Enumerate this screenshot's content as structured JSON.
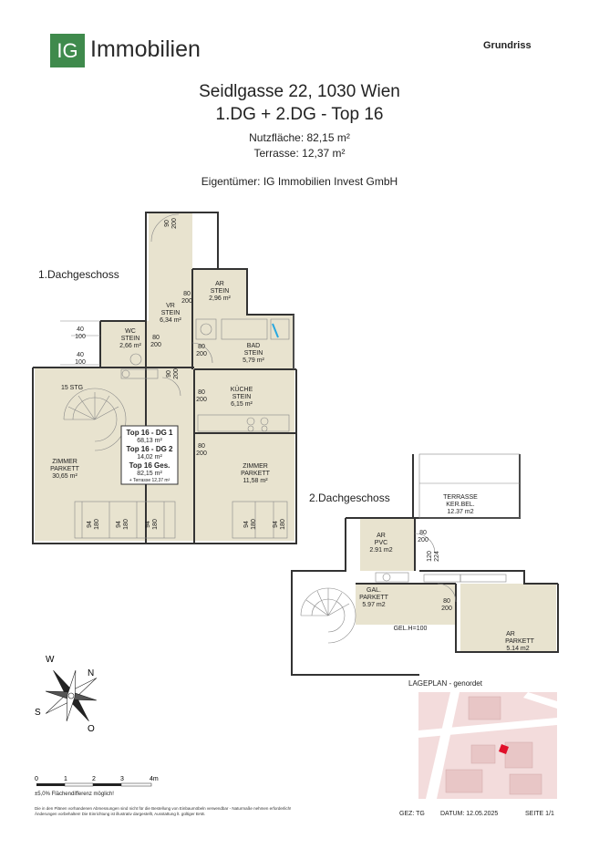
{
  "logo": {
    "mark": "IG",
    "word": "Immobilien",
    "color": "#3f8a4c"
  },
  "doc_type": "Grundriss",
  "address": "Seidlgasse 22, 1030 Wien",
  "unit": "1.DG + 2.DG - Top 16",
  "usable_area": "Nutzfläche: 82,15 m²",
  "terrace_area": "Terrasse: 12,37 m²",
  "owner": "Eigentümer: IG Immobilien Invest GmbH",
  "levels": {
    "dg1": "1.Dachgeschoss",
    "dg2": "2.Dachgeschoss"
  },
  "rooms_dg1": {
    "ar": [
      "AR",
      "STEIN",
      "2,96 m²"
    ],
    "vr": [
      "VR",
      "STEIN",
      "6,34 m²"
    ],
    "wc": [
      "WC",
      "STEIN",
      "2,66 m²"
    ],
    "bad": [
      "BAD",
      "STEIN",
      "5,79 m²"
    ],
    "kueche": [
      "KÜCHE",
      "STEIN",
      "6,15 m²"
    ],
    "zimmer1": [
      "ZIMMER",
      "PARKETT",
      "30,65 m²"
    ],
    "zimmer2": [
      "ZIMMER",
      "PARKETT",
      "11,58 m²"
    ],
    "stairs": "15 STG"
  },
  "summary": {
    "l1": "Top 16 - DG 1",
    "l1v": "68,13 m²",
    "l2": "Top 16 - DG 2",
    "l2v": "14,02 m²",
    "l3": "Top 16 Ges.",
    "l3v": "82,15 m²",
    "l3t": "+ Terrasse 12,37 m²"
  },
  "rooms_dg2": {
    "terrasse": [
      "TERRASSE",
      "KER.BEL.",
      "12.37 m2"
    ],
    "ar_pvc": [
      "AR",
      "PVC",
      "2.91 m2"
    ],
    "gal": [
      "GAL.",
      "PARKETT",
      "5.97 m2"
    ],
    "ar_park": [
      "AR",
      "PARKETT",
      "5.14 m2"
    ],
    "gel": "GEL.H=100"
  },
  "doors": {
    "d80_200": [
      "80",
      "200"
    ],
    "d90_200": [
      "90",
      "200"
    ],
    "d40_100": [
      "40",
      "100"
    ],
    "d94_180": [
      "94",
      "180"
    ],
    "d120_224": [
      "120",
      "224"
    ]
  },
  "lageplan_title": "LAGEPLAN - genordet",
  "compass_letters": {
    "n": "N",
    "o": "O",
    "s": "S",
    "w": "W"
  },
  "scale_ticks": [
    "0",
    "1",
    "2",
    "3",
    "4m"
  ],
  "tolerance": "±5,0% Flächendifferenz möglich!",
  "disclaimer": "Die in den Plänen vorhandenen Abmessungen sind nicht für die Bestellung von Einbaumöbeln verwendbar - Naturmaße nehmen erforderlich! Änderungen vorbehalten! Die Einrichtung ist illustrativ dargestellt, Ausstattung lt. gültiger BAB.",
  "footer": {
    "gez": "GEZ: TG",
    "datum": "DATUM: 12.05.2025",
    "seite": "SEITE 1/1"
  },
  "colors": {
    "room_fill": "#e8e3cf",
    "wall": "#333333",
    "map_bg": "#f3dcdc",
    "map_street": "#ffffff",
    "map_highlight": "#e0102a"
  }
}
